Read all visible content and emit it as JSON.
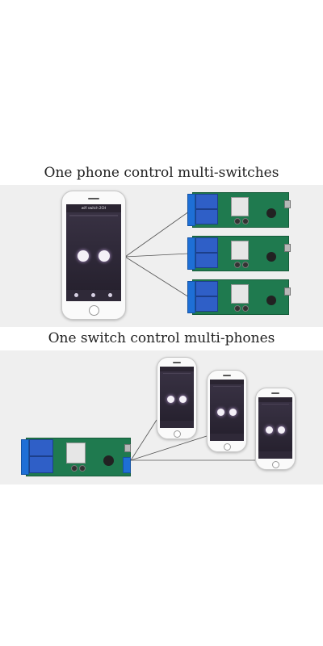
{
  "section1": {
    "title": "One phone control multi-switches"
  },
  "section2": {
    "title": "One switch control multi-phones"
  },
  "app": {
    "device_name": "wifi switch 2CH"
  },
  "colors": {
    "band": "#efefef",
    "board": "#1f7a4f",
    "terminal": "#1e6fd6",
    "screen": "#2a2431",
    "line": "#555555"
  }
}
